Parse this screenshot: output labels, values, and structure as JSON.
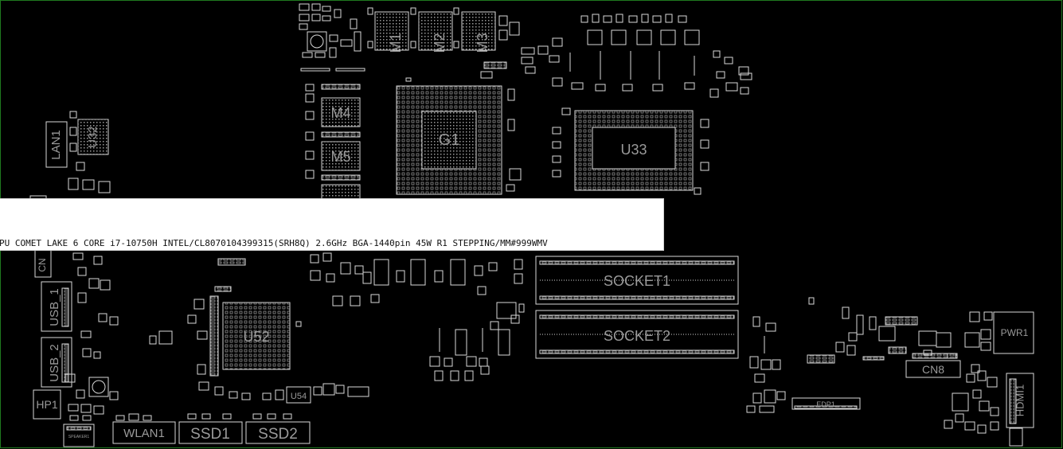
{
  "viewer": {
    "background": "#000000",
    "trace_color": "#d8d8d8",
    "label_color": "#9a9a9a"
  },
  "components": {
    "M1": "M1",
    "M2": "M2",
    "M3": "M3",
    "M4": "M4",
    "M5": "M5",
    "G1": "G1",
    "U33": "U33",
    "U32": "U32",
    "LAN1": "LAN1",
    "CN": "CN",
    "USB1": "USB_1",
    "USB2": "USB_2",
    "U52": "U52",
    "U54": "U54",
    "HP1": "HP1",
    "WLAN1": "WLAN1",
    "SSD1": "SSD1",
    "SSD2": "SSD2",
    "SPEAKER1": "SPEAKER1",
    "SOCKET1": "SOCKET1",
    "SOCKET2": "SOCKET2",
    "PWR1": "PWR1",
    "CN8": "CN8",
    "EDP1": "EDP1",
    "HDMI1": "HDMI1"
  },
  "tooltip": {
    "text": "PU COMET LAKE 6 CORE i7-10750H INTEL/CL8070104399315(SRH8Q) 2.6GHz BGA-1440pin 45W R1 STEPPING/MM#999WMV"
  }
}
